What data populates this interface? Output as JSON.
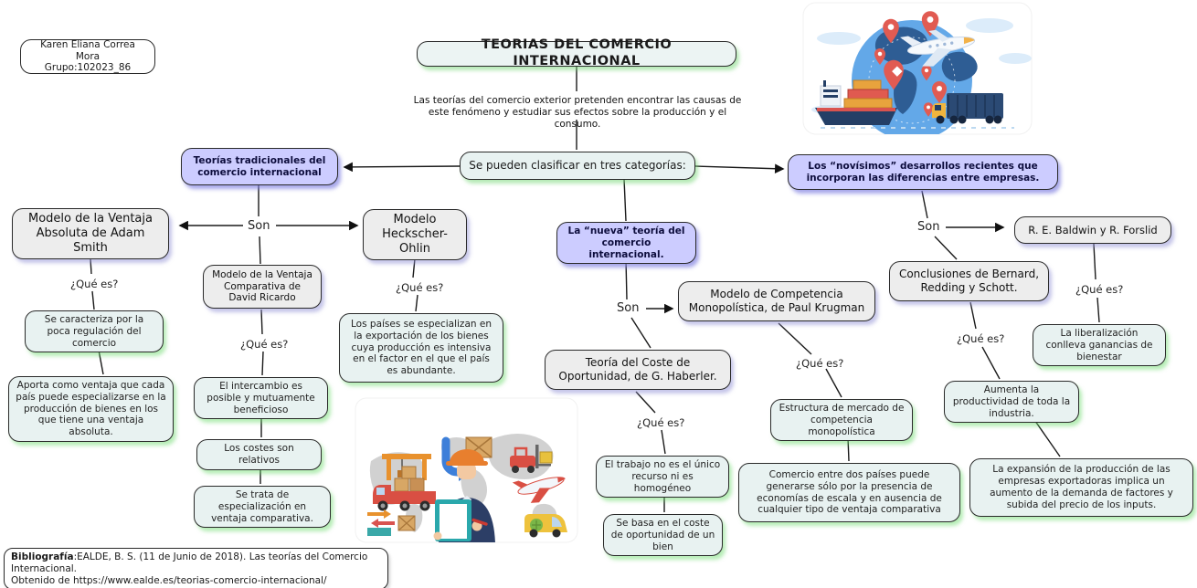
{
  "author": {
    "name": "Karen Eliana Correa Mora",
    "group": "Grupo:102023_86"
  },
  "title": "TEORIAS DEL COMERCIO INTERNACIONAL",
  "intro": {
    "line1": "Las teorías del comercio exterior pretenden encontrar las causas de",
    "line2": "este fenómeno y estudiar sus efectos sobre la producción y el consumo."
  },
  "classifier": "Se pueden clasificar en tres categorías:",
  "connector_labels": {
    "son": "Son",
    "que_es": "¿Qué es?"
  },
  "categories": {
    "traditional": "Teorías tradicionales del comercio internacional",
    "new": "La “nueva” teoría del comercio internacional.",
    "novisimos": "Los “novísimos” desarrollos recientes que incorporan las diferencias entre empresas."
  },
  "models": {
    "adam_smith": "Modelo de la Ventaja Absoluta de Adam Smith",
    "ricardo": "Modelo de la Ventaja Comparativa de David Ricardo",
    "heckscher_ohlin": "Modelo Heckscher-Ohlin",
    "krugman": "Modelo de Competencia Monopolística, de Paul Krugman",
    "haberler": "Teoría del Coste de Oportunidad, de G. Haberler.",
    "baldwin_forslid": "R. E. Baldwin y R. Forslid",
    "bernard": "Conclusiones de Bernard, Redding y Schott."
  },
  "facts": {
    "adam_regulacion": "Se caracteriza por la poca regulación del comercio",
    "adam_aporta": "Aporta como ventaja que cada país puede especializarse en la producción de bienes en los que tiene una ventaja absoluta.",
    "ricardo_intercambio": "El intercambio es posible y mutuamente beneficioso",
    "ricardo_costes": "Los costes son relativos",
    "ricardo_especializacion": "Se trata de especialización en ventaja comparativa.",
    "ho_paises": "Los países se especializan en la exportación de los bienes cuya producción es intensiva en el factor en el que el país es abundante.",
    "haberler_trabajo": "El trabajo no es el único recurso ni es homogéneo",
    "haberler_coste": "Se basa en el coste de oportunidad de un bien",
    "krugman_estructura": "Estructura de mercado de competencia monopolística",
    "krugman_comercio": "Comercio entre dos países puede generarse sólo por la presencia de economías de escala y en ausencia de cualquier tipo de ventaja comparativa",
    "baldwin_liberalizacion": "La liberalización conlleva ganancias de bienestar",
    "bernard_productividad": "Aumenta la productividad de toda la industria.",
    "bernard_expansion": "La expansión de la producción de las empresas exportadoras implica un aumento de la demanda de factores y subida del precio de los inputs."
  },
  "bibliography": {
    "label": "Bibliografía",
    "line1_rest": ":EALDE, B. S. (11 de Junio de 2018). Las teorías del Comercio Internacional.",
    "line2": "Obtenido de https://www.ealde.es/teorias-comercio-internacional/"
  },
  "colors": {
    "category_bg": "#ccccff",
    "fact_bg": "#e8f2f1",
    "model_bg": "#ededed",
    "shadow_green": "#78d778",
    "shadow_purple": "#8282e1",
    "line": "#1a1a1a"
  }
}
